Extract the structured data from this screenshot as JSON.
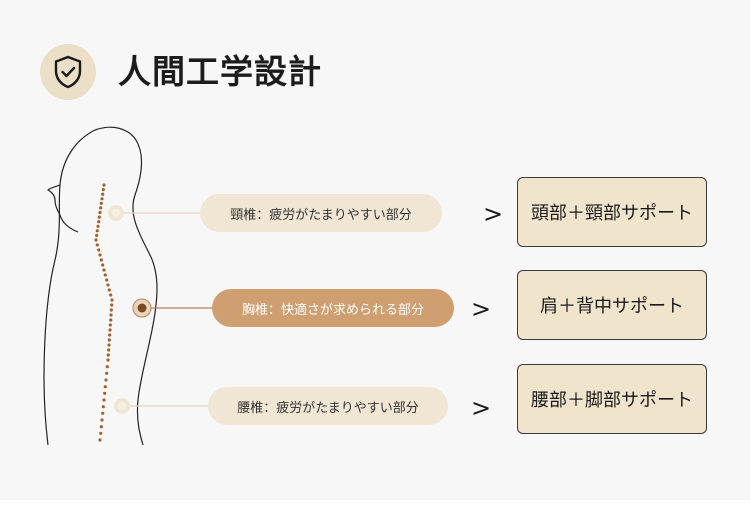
{
  "header": {
    "icon": "shield-check-icon",
    "title": "人間工学設計"
  },
  "rows": [
    {
      "label": "頸椎：疲労がたまりやすい部分",
      "result": "頭部＋頸部サポート",
      "highlighted": false
    },
    {
      "label": "胸椎：快適さが求められる部分",
      "result": "肩＋背中サポート",
      "highlighted": true
    },
    {
      "label": "腰椎：疲労がたまりやすい部分",
      "result": "腰部＋脚部サポート",
      "highlighted": false
    }
  ],
  "arrow_glyph": ">",
  "colors": {
    "accent_light": "#f0e6d3",
    "accent_dark": "#cf9f72",
    "spine_dots": "#a0622f",
    "box_fill": "#f1e4cc"
  }
}
